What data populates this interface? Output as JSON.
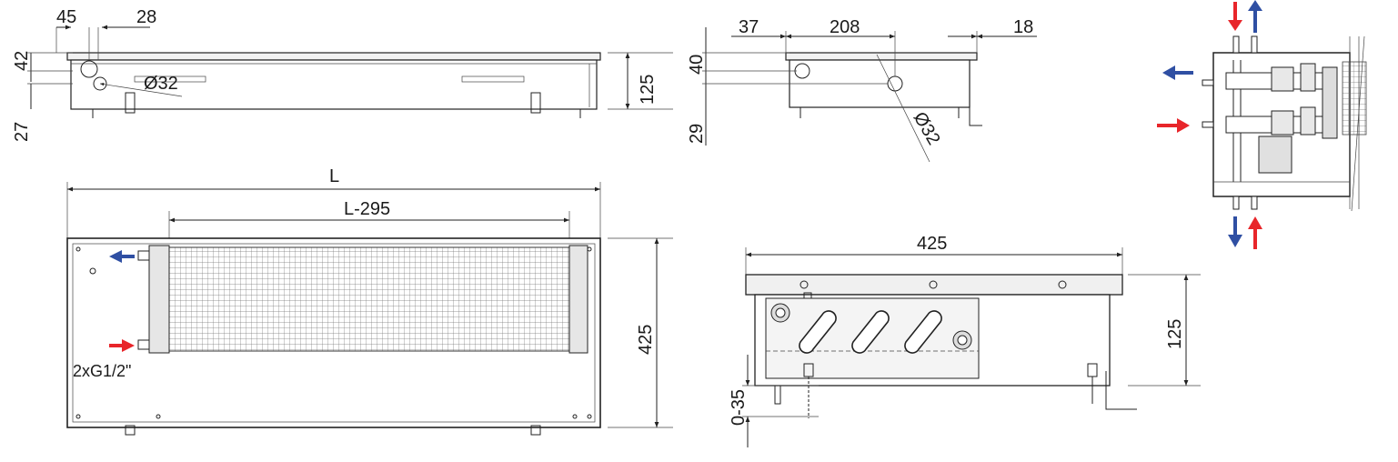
{
  "side_view": {
    "dim_45": "45",
    "dim_28": "28",
    "dim_42": "42",
    "dim_27": "27",
    "dim_125": "125",
    "dim_d32": "Ø32"
  },
  "end_view": {
    "dim_37": "37",
    "dim_208": "208",
    "dim_18": "18",
    "dim_40": "40",
    "dim_29": "29",
    "dim_d32": "Ø32"
  },
  "top_view": {
    "dim_L": "L",
    "dim_L295": "L-295",
    "dim_425": "425",
    "connection_label": "2xG1/2\""
  },
  "section_view": {
    "dim_425": "425",
    "dim_125": "125",
    "dim_0_35": "0-35"
  },
  "colors": {
    "supply_arrow": "#e8252a",
    "return_arrow": "#2f4fa3"
  }
}
